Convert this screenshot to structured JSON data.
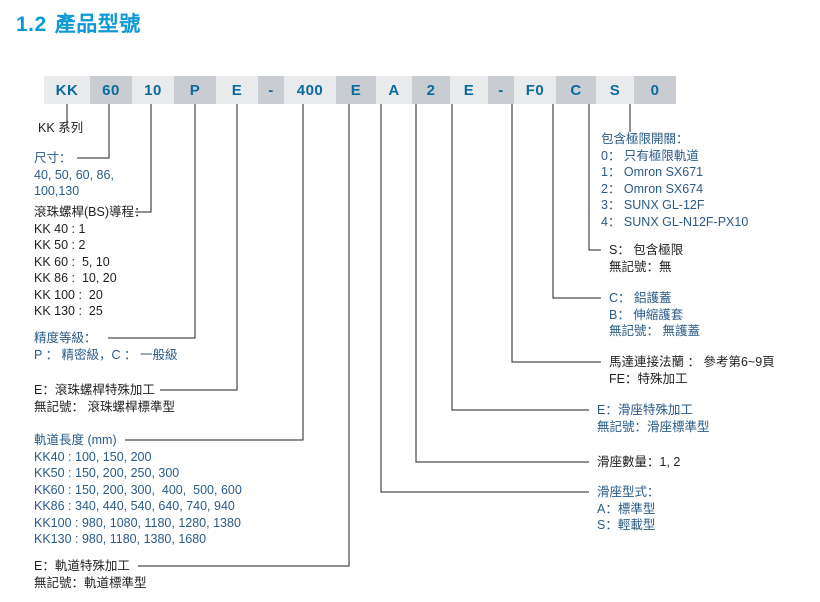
{
  "title": {
    "number": "1.2",
    "text": "產品型號"
  },
  "code_row": {
    "cells": [
      {
        "text": "KK",
        "tone": "lt",
        "width": 46
      },
      {
        "text": "60",
        "tone": "dk",
        "width": 42
      },
      {
        "text": "10",
        "tone": "lt",
        "width": 42
      },
      {
        "text": "P",
        "tone": "dk",
        "width": 42
      },
      {
        "text": "E",
        "tone": "lt",
        "width": 42
      },
      {
        "text": "-",
        "tone": "dk",
        "width": 26
      },
      {
        "text": "400",
        "tone": "lt",
        "width": 52
      },
      {
        "text": "E",
        "tone": "dk",
        "width": 40
      },
      {
        "text": "A",
        "tone": "lt",
        "width": 36
      },
      {
        "text": "2",
        "tone": "dk",
        "width": 38
      },
      {
        "text": "E",
        "tone": "lt",
        "width": 38
      },
      {
        "text": "-",
        "tone": "dk",
        "width": 26
      },
      {
        "text": "F0",
        "tone": "lt",
        "width": 42
      },
      {
        "text": "C",
        "tone": "dk",
        "width": 40
      },
      {
        "text": "S",
        "tone": "lt",
        "width": 38
      },
      {
        "text": "0",
        "tone": "dk",
        "width": 42
      }
    ]
  },
  "left_notes": {
    "series": {
      "lines": [
        "KK 系列"
      ]
    },
    "size": {
      "lines": [
        "尺寸：",
        "40, 50, 60, 86,",
        "100,130"
      ]
    },
    "bs_lead": {
      "lines": [
        "滾珠螺桿(BS)導程：",
        "KK 40 : 1",
        "KK 50 : 2",
        "KK 60 :  5, 10",
        "KK 86 :  10, 20",
        "KK 100 :  20",
        "KK 130 :  25"
      ]
    },
    "accuracy": {
      "lines": [
        "精度等級：",
        "P ： 精密級，C ： 一般級"
      ]
    },
    "bs_machining": {
      "lines": [
        "E：滾珠螺桿特殊加工",
        "無記號： 滾珠螺桿標準型"
      ]
    },
    "rail_length": {
      "lines": [
        "軌道長度 (mm)",
        "KK40 : 100, 150, 200",
        "KK50 : 150, 200, 250, 300",
        "KK60 : 150, 200, 300,  400,  500, 600",
        "KK86 : 340, 440, 540, 640, 740, 940",
        "KK100 : 980, 1080, 1180, 1280, 1380",
        "KK130 : 980, 1180, 1380, 1680"
      ]
    },
    "rail_machining": {
      "lines": [
        "E：軌道特殊加工",
        "無記號：軌道標準型"
      ]
    }
  },
  "right_notes": {
    "limit_switch": {
      "lines": [
        "包含極限開關：",
        "0： 只有極限軌道",
        "1： Omron SX671",
        "2： Omron SX674",
        "3： SUNX GL-12F",
        "4： SUNX GL-N12F-PX10"
      ]
    },
    "limit_include": {
      "lines": [
        "S： 包含極限",
        "無記號：無"
      ]
    },
    "cover": {
      "lines": [
        "C： 鋁護蓋",
        "B： 伸縮護套",
        "無記號： 無護蓋"
      ]
    },
    "motor_flange": {
      "lines": [
        "馬達連接法蘭 ： 參考第6~9頁",
        "FE：特殊加工"
      ]
    },
    "slide_machining": {
      "lines": [
        "E：滑座特殊加工",
        "無記號：滑座標準型"
      ]
    },
    "slide_qty": {
      "lines": [
        "滑座數量：1, 2"
      ]
    },
    "slide_type": {
      "lines": [
        "滑座型式：",
        "A：標準型",
        "S：輕載型"
      ]
    }
  },
  "colors": {
    "title": "#0b9ad6",
    "code_text": "#0a6b9e",
    "note_blue": "#2a5b87",
    "note_black": "#231f20",
    "cell_light": "#e9eaec",
    "cell_dark": "#c9ccd0",
    "wire": "#231f20"
  }
}
